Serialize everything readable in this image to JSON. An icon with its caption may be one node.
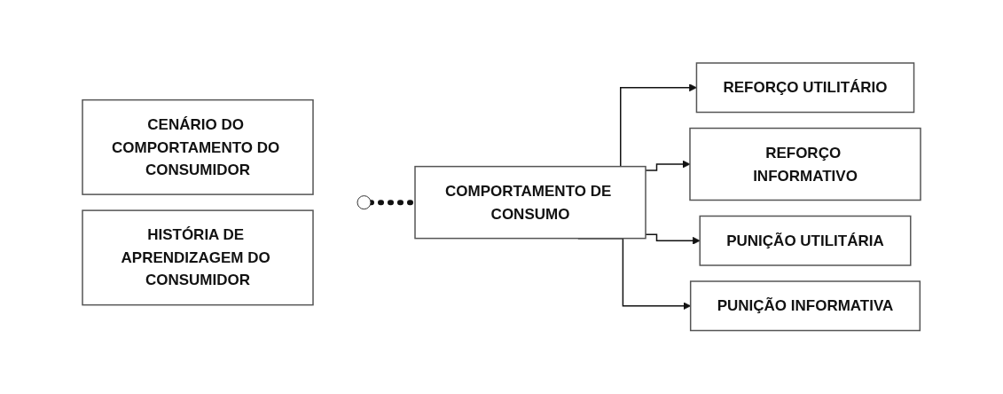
{
  "diagram": {
    "nodes": [
      {
        "text": [
          "CENÁRIO DO COMPORTAMENTO DO CONSUMIDOR"
        ]
      },
      {
        "text": [
          "HISTÓRIA DE APRENDIZAGEM DO CONSUMIDOR"
        ]
      },
      {
        "text": [],
        "shape": "circle"
      },
      {
        "text": [
          "COMPORTAMENTO DE CONSUMO"
        ]
      },
      {
        "text": [
          "REFORÇO UTILITÁRIO"
        ]
      },
      {
        "text": [
          "REFORÇO INFORMATIVO"
        ]
      },
      {
        "text": [
          "PUNIÇÃO UTILITÁRIA"
        ]
      },
      {
        "text": [
          "PUNIÇÃO INFORMATIVA"
        ]
      }
    ],
    "edges": [
      {
        "from": 2,
        "to": 3,
        "arrow": "none",
        "style": "dashed"
      },
      {
        "from": 3,
        "to": 4,
        "arrow": "to"
      },
      {
        "from": 3,
        "to": 5,
        "arrow": "to"
      },
      {
        "from": 3,
        "to": 6,
        "arrow": "to"
      },
      {
        "from": 3,
        "to": 7,
        "arrow": "to"
      }
    ]
  }
}
